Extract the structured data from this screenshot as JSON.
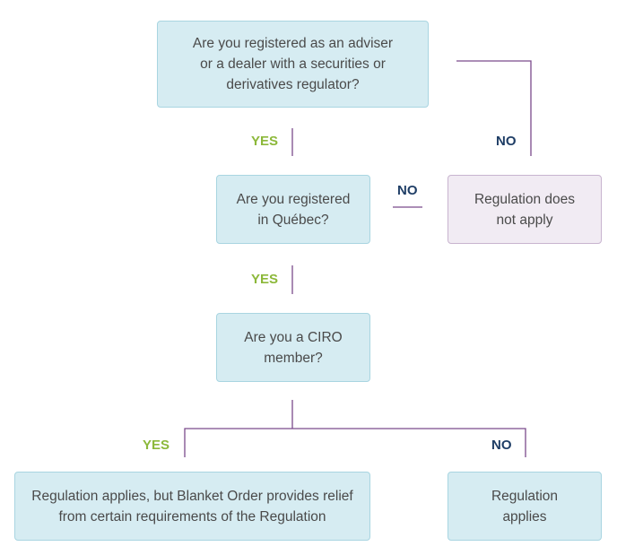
{
  "nodes": {
    "q1": "Are you registered as an adviser or a dealer with a securities or derivatives regulator?",
    "q2": "Are you registered in Québec?",
    "q3": "Are you a CIRO member?",
    "not_apply": "Regulation does not apply",
    "applies_relief": "Regulation applies, but Blanket Order provides relief from certain requirements of the Regulation",
    "applies": "Regulation applies"
  },
  "labels": {
    "q1_yes": "YES",
    "q1_no": "NO",
    "q2_yes": "YES",
    "q2_no": "NO",
    "q3_yes": "YES",
    "q3_no": "NO"
  },
  "colors": {
    "question_fill": "#d6ecf2",
    "outcome_na_fill": "#f1ebf3",
    "connector": "#7b4a8c",
    "yes": "#8cb83a",
    "no": "#1f3e66"
  }
}
